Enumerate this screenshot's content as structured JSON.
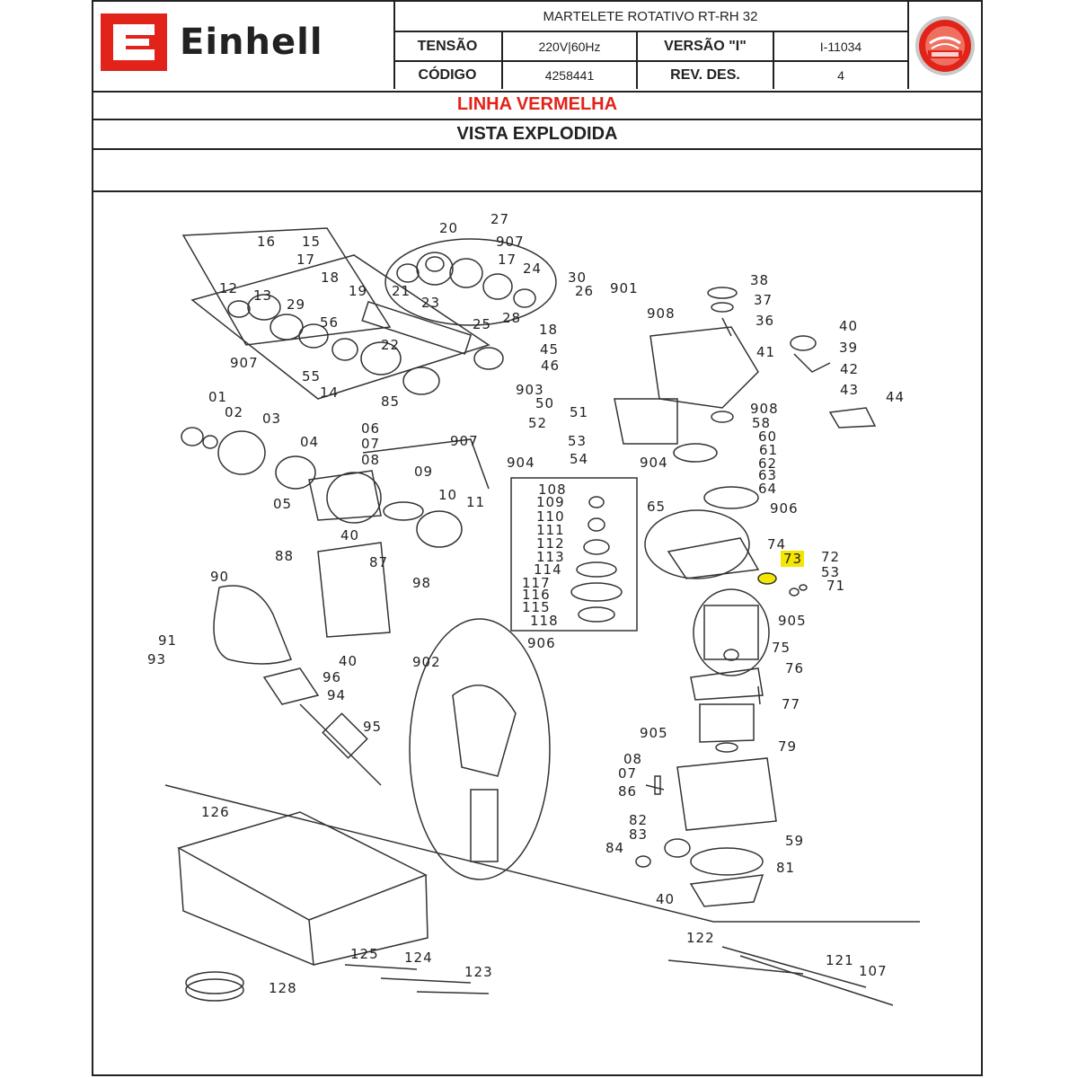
{
  "header": {
    "brand": "Einhell",
    "product_title": "MARTELETE ROTATIVO RT-RH 32",
    "voltage_label": "TENSÃO",
    "voltage_value": "220V|60Hz",
    "version_label": "VERSÃO \"I\"",
    "version_value": "I-11034",
    "code_label": "CÓDIGO",
    "code_value": "4258441",
    "revision_label": "REV. DES.",
    "revision_value": "4"
  },
  "section_line": "LINHA VERMELHA",
  "section_view": "VISTA EXPLODIDA",
  "colors": {
    "brand_red": "#e2231a",
    "highlight_yellow": "#f4e600",
    "line": "#222222"
  },
  "part_numbers": [
    "16",
    "15",
    "17",
    "18",
    "19",
    "12",
    "13",
    "29",
    "56",
    "21",
    "23",
    "907",
    "55",
    "22",
    "14",
    "85",
    "25",
    "20",
    "27",
    "907",
    "17",
    "24",
    "28",
    "30",
    "26",
    "901",
    "908",
    "18",
    "45",
    "46",
    "903",
    "50",
    "51",
    "52",
    "53",
    "54",
    "38",
    "37",
    "36",
    "40",
    "41",
    "39",
    "42",
    "43",
    "44",
    "908",
    "58",
    "60",
    "61",
    "62",
    "63",
    "64",
    "01",
    "02",
    "03",
    "04",
    "06",
    "07",
    "08",
    "907",
    "09",
    "05",
    "10",
    "11",
    "904",
    "108",
    "109",
    "110",
    "111",
    "112",
    "113",
    "114",
    "117",
    "116",
    "115",
    "118",
    "906",
    "904",
    "65",
    "906",
    "74",
    "73",
    "72",
    "53",
    "71",
    "40",
    "88",
    "87",
    "98",
    "90",
    "91",
    "93",
    "40",
    "96",
    "94",
    "95",
    "902",
    "905",
    "75",
    "76",
    "77",
    "905",
    "79",
    "08",
    "07",
    "86",
    "82",
    "83",
    "84",
    "59",
    "81",
    "40",
    "126",
    "125",
    "124",
    "123",
    "128",
    "122",
    "121",
    "107"
  ],
  "highlighted_part": "73"
}
